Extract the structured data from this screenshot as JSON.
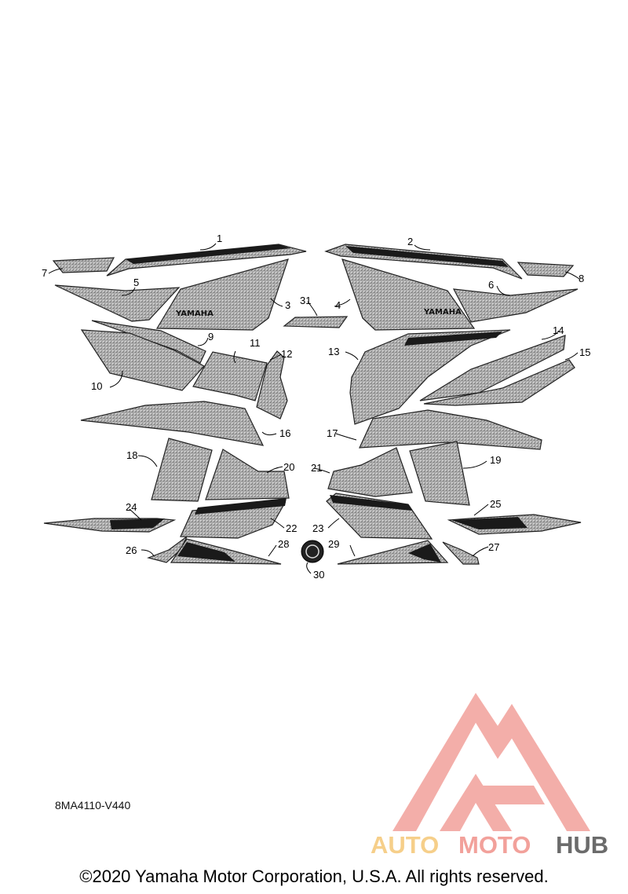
{
  "diagram": {
    "brand_label": "YAMAHA",
    "callouts": [
      "1",
      "2",
      "3",
      "4",
      "5",
      "6",
      "7",
      "8",
      "9",
      "10",
      "11",
      "12",
      "13",
      "14",
      "15",
      "16",
      "17",
      "18",
      "19",
      "20",
      "21",
      "22",
      "23",
      "24",
      "25",
      "26",
      "27",
      "28",
      "29",
      "30",
      "31"
    ]
  },
  "diagram_code": "8MA4110-V440",
  "copyright": "©2020 Yamaha Motor Corporation, U.S.A. All rights reserved.",
  "watermark": {
    "part1": "AUTO",
    "part2": "MOTO",
    "part3": "HUB"
  },
  "colors": {
    "decal_fill": "#a9a9a9",
    "decal_dark": "#1a1a1a",
    "watermark_red": "#f2a19b",
    "watermark_orange": "#f6cf8a"
  }
}
